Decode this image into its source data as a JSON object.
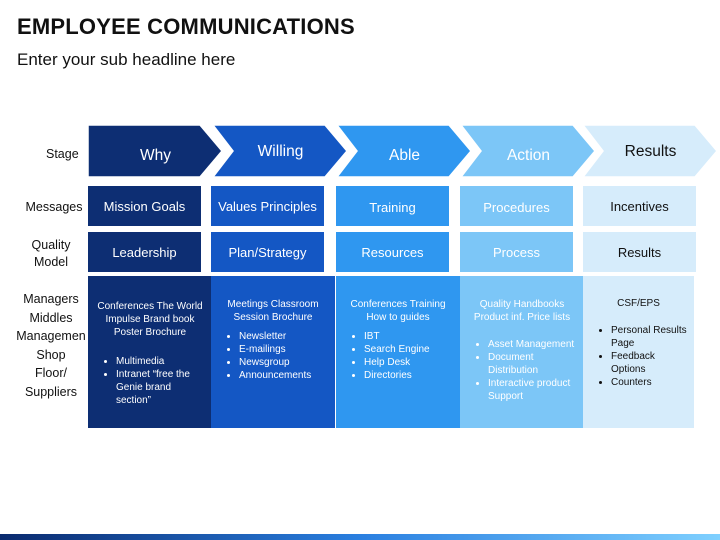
{
  "title": "EMPLOYEE COMMUNICATIONS",
  "subtitle": "Enter your sub headline here",
  "row_labels": {
    "stage": "Stage",
    "messages": "Messages",
    "quality": "Quality\nModel",
    "audience": [
      "Managers",
      "Middles",
      "Managemen",
      "Shop",
      "Floor/",
      "Suppliers"
    ]
  },
  "stages": [
    {
      "arrow": "Why",
      "message": "Mission Goals",
      "quality": "Leadership",
      "detail_head": "Conferences The World Impulse Brand book   Poster Brochure",
      "detail_items": [
        "Multimedia",
        "Intranet “free the Genie brand section”"
      ],
      "colors": {
        "fill": "#0d2e73",
        "text": "#ffffff"
      }
    },
    {
      "arrow": "Willing",
      "message": "Values Principles",
      "quality": "Plan/Strategy",
      "detail_head": "Meetings Classroom Session Brochure",
      "detail_items": [
        "Newsletter",
        "E-mailings",
        "Newsgroup",
        "Announcements"
      ],
      "colors": {
        "fill": "#1457c4",
        "text": "#ffffff"
      }
    },
    {
      "arrow": "Able",
      "message": "Training",
      "quality": "Resources",
      "detail_head": "Conferences  Training How to guides",
      "detail_items": [
        "IBT",
        "Search Engine",
        "Help Desk",
        "Directories"
      ],
      "colors": {
        "fill": "#2f97f0",
        "text": "#ffffff"
      }
    },
    {
      "arrow": "Action",
      "message": "Procedures",
      "quality": "Process",
      "detail_head": "Quality Handbooks Product inf. Price lists",
      "detail_items": [
        "Asset Management",
        "Document Distribution",
        "Interactive product Support"
      ],
      "colors": {
        "fill": "#7cc6f7",
        "text": "#ffffff"
      }
    },
    {
      "arrow": "Results",
      "message": "Incentives",
      "quality": "Results",
      "detail_head": "CSF/EPS",
      "detail_items": [
        "Personal Results Page",
        "Feedback Options",
        "Counters"
      ],
      "colors": {
        "fill": "#d6ecfb",
        "text": "#111111"
      }
    }
  ]
}
